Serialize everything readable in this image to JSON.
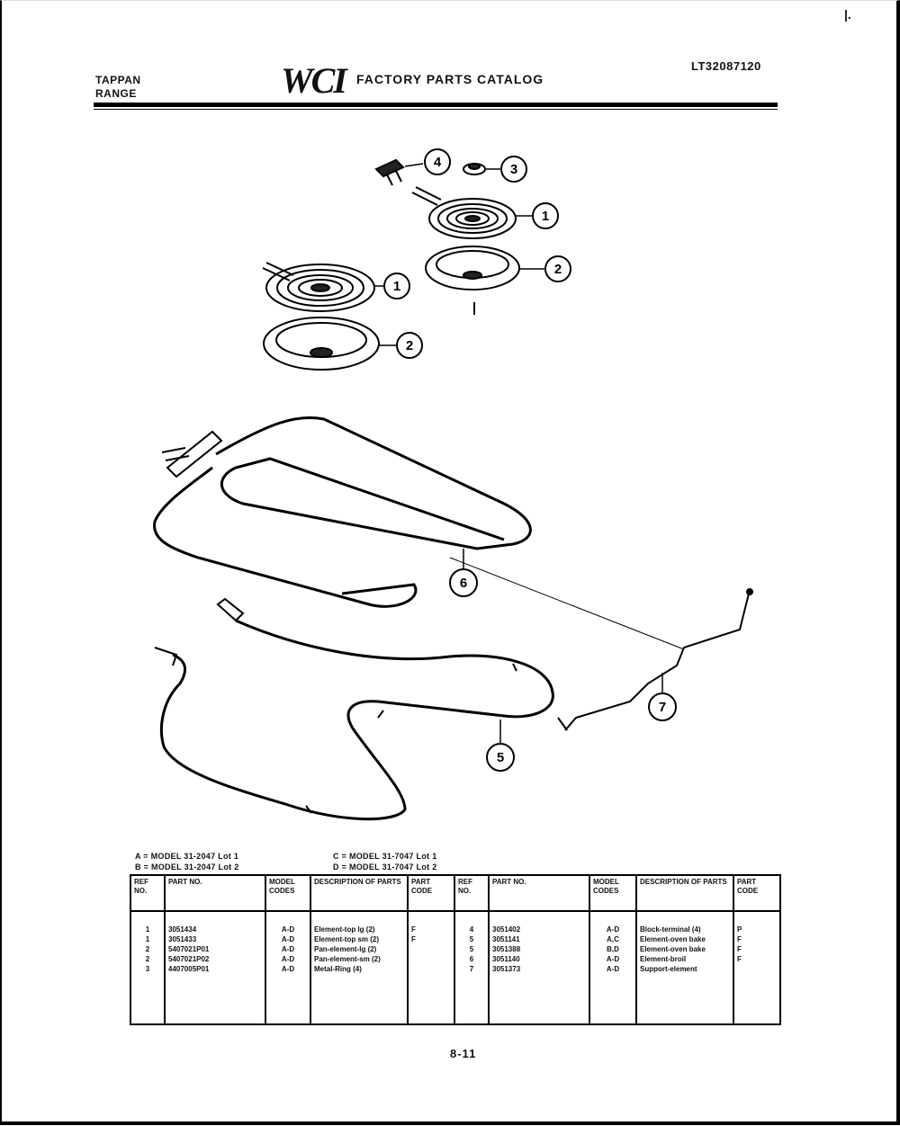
{
  "header": {
    "brand_line1": "TAPPAN",
    "brand_line2": "RANGE",
    "logo": "WCI",
    "title": "FACTORY PARTS CATALOG",
    "catalog_number": "LT32087120"
  },
  "diagram": {
    "callouts": [
      "4",
      "3",
      "1",
      "2",
      "1",
      "2",
      "6",
      "7",
      "5"
    ]
  },
  "legend": {
    "a": "A  =  MODEL 31-2047 Lot 1",
    "b": "B  =  MODEL 31-2047 Lot 2",
    "c": "C  =  MODEL 31-7047 Lot 1",
    "d": "D  =  MODEL 31-7047 Lot 2"
  },
  "parts_table": {
    "headers": {
      "ref": "REF NO.",
      "part": "PART NO.",
      "model": "MODEL CODES",
      "desc": "DESCRIPTION OF PARTS",
      "code": "PART CODE"
    },
    "left_rows": [
      {
        "ref": "1",
        "part": "3051434",
        "model": "A-D",
        "desc": "Element-top lg (2)",
        "code": "F"
      },
      {
        "ref": "1",
        "part": "3051433",
        "model": "A-D",
        "desc": "Element-top sm (2)",
        "code": "F"
      },
      {
        "ref": "2",
        "part": "5407021P01",
        "model": "A-D",
        "desc": "Pan-element-lg (2)",
        "code": ""
      },
      {
        "ref": "2",
        "part": "5407021P02",
        "model": "A-D",
        "desc": "Pan-element-sm (2)",
        "code": ""
      },
      {
        "ref": "3",
        "part": "4407005P01",
        "model": "A-D",
        "desc": "Metal-Ring (4)",
        "code": ""
      }
    ],
    "right_rows": [
      {
        "ref": "4",
        "part": "3051402",
        "model": "A-D",
        "desc": "Block-terminal (4)",
        "code": "P"
      },
      {
        "ref": "5",
        "part": "3051141",
        "model": "A,C",
        "desc": "Element-oven bake",
        "code": "F"
      },
      {
        "ref": "5",
        "part": "3051388",
        "model": "B,D",
        "desc": "Element-oven bake",
        "code": "F"
      },
      {
        "ref": "6",
        "part": "3051140",
        "model": "A-D",
        "desc": "Element-broil",
        "code": "F"
      },
      {
        "ref": "7",
        "part": "3051373",
        "model": "A-D",
        "desc": "Support-element",
        "code": ""
      }
    ]
  },
  "footer": {
    "page": "8-11"
  }
}
